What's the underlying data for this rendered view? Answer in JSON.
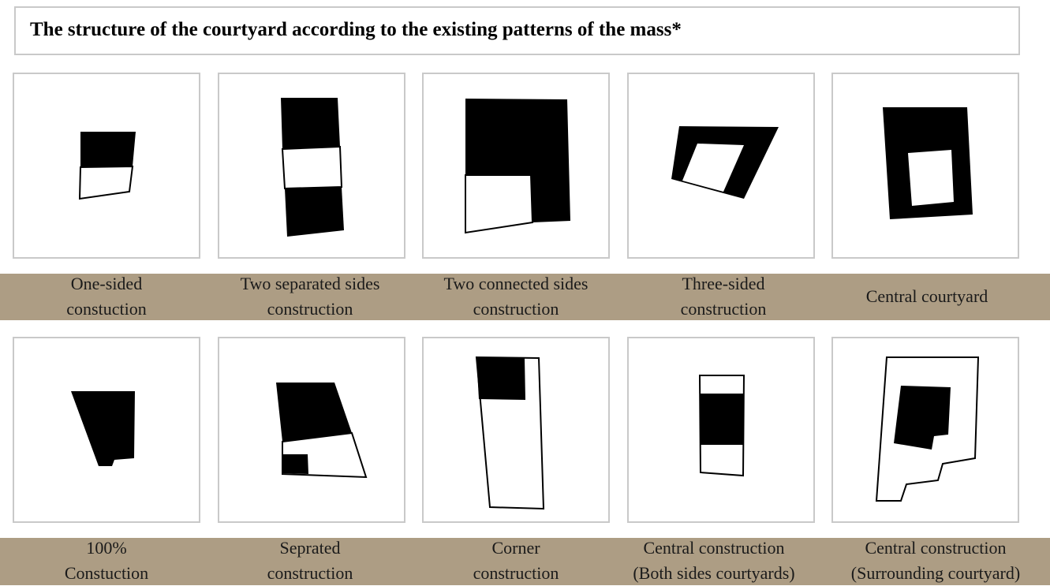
{
  "title": "The structure of the courtyard according to the existing patterns of the mass*",
  "row1": [
    {
      "line1": "One-sided",
      "line2": "constuction"
    },
    {
      "line1": "Two separated sides",
      "line2": "construction"
    },
    {
      "line1": "Two connected sides",
      "line2": "construction"
    },
    {
      "line1": "Three-sided",
      "line2": "construction"
    },
    {
      "line1": "Central courtyard",
      "line2": ""
    }
  ],
  "row2": [
    {
      "line1": "100%",
      "line2": "Constuction"
    },
    {
      "line1": "Seprated",
      "line2": "construction"
    },
    {
      "line1": "Corner",
      "line2": "construction"
    },
    {
      "line1": "Central construction",
      "line2": "(Both sides courtyards)"
    },
    {
      "line1": "Central construction",
      "line2": "(Surrounding courtyard)"
    }
  ],
  "colors": {
    "band": "#ad9d84",
    "mass": "#000000",
    "panel_border": "#c9c9c9"
  }
}
